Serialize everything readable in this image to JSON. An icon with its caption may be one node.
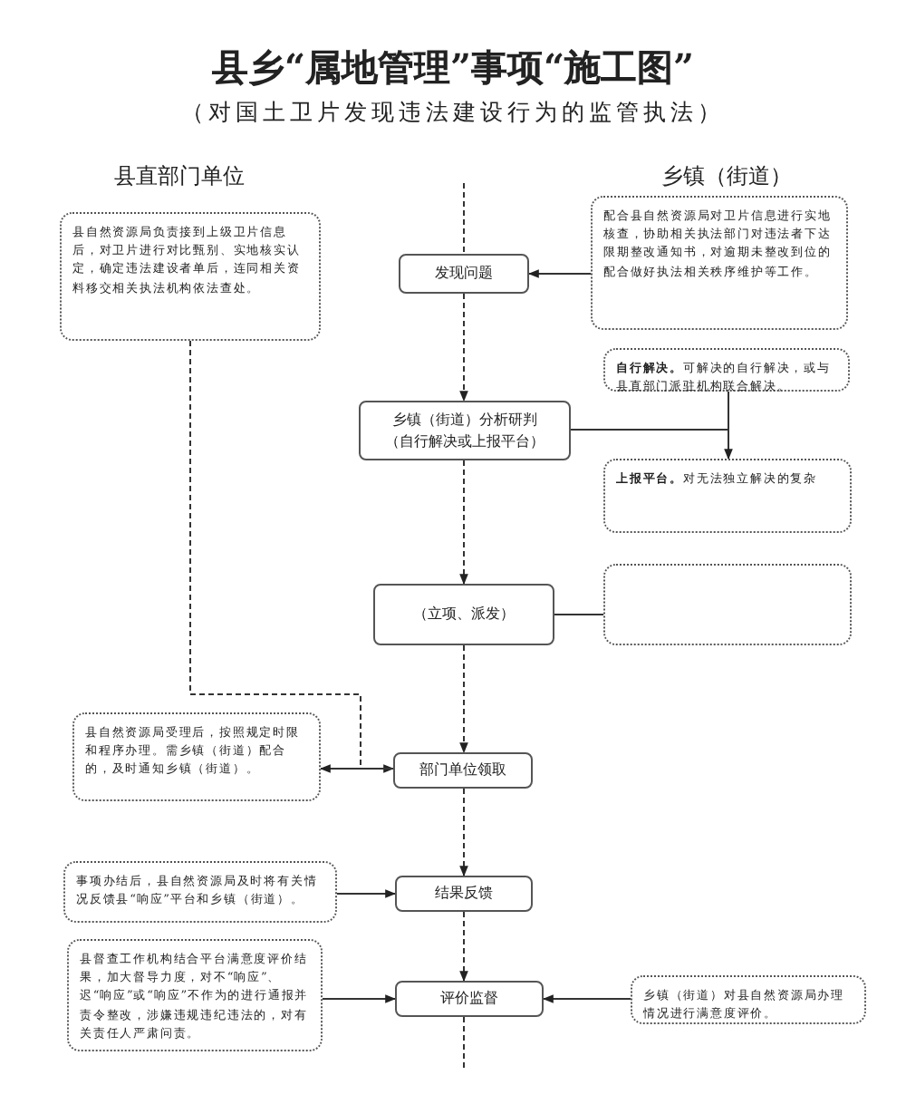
{
  "diagram": {
    "title": "县乡“属地管理”事项“施工图”",
    "nodes": [
      {
        "text": [
          "县自然资源局负责接到上级卫片信息后，对卫片进行对比甄别、实地核实认定，确定违法建设者单后，连同相关资料移交相关执法机构依法查处。"
        ]
      },
      {
        "text": [
          "发现问题"
        ]
      },
      {
        "text": [
          "配合县自然资源局对卫片信息进行实地核查，协助相关执法部门对违法者下达限期整改通知书，对逾期未整改到位的配合做好执法相关秩序维护等工作。"
        ]
      },
      {
        "text": [
          "**自行解决。**可解决的自行解决，或与县直部门派驻机构联合解决。"
        ]
      },
      {
        "text": [
          "乡镇（街道）分析研判（自行解决或上报平台）"
        ]
      },
      {
        "text": [
          "**上报平台。**对无法独立解决的复杂"
        ]
      },
      {
        "text": [
          "（立项、派发）"
        ]
      },
      {
        "text": [],
        "shape": "box"
      },
      {
        "text": [
          "县自然资源局受理后，按照规定时限和程序办理。需乡镇（街道）配合的，及时通知乡镇（街道）。"
        ]
      },
      {
        "text": [
          "部门单位领取"
        ]
      },
      {
        "text": [
          "事项办结后，县自然资源局及时将有关情况反馈县“响应”平台和乡镇（街道）。"
        ]
      },
      {
        "text": [
          "结果反馈"
        ]
      },
      {
        "text": [
          "县督查工作机构结合平台满意度评价结果，加大督导力度，对不“响应”、迟“响应”或“响应”不作为的进行通报并责令整改，涉嫌违规违纪违法的，对有关责任人严肃问责。"
        ]
      },
      {
        "text": [
          "评价监督"
        ]
      },
      {
        "text": [
          "乡镇（街道）对县自然资源局办理情况进行满意度评价。"
        ]
      }
    ],
    "edges": [
      {
        "from": 2,
        "to": 1,
        "arrow": "to"
      },
      {
        "from": 1,
        "to": 4,
        "arrow": "to",
        "style": "dashed"
      },
      {
        "from": 3,
        "to": 5,
        "arrow": "none"
      },
      {
        "from": 4,
        "to": 5,
        "arrow": "to"
      },
      {
        "from": 4,
        "to": 6,
        "arrow": "to",
        "style": "dashed"
      },
      {
        "from": 6,
        "to": 7,
        "arrow": "none"
      },
      {
        "from": 0,
        "to": 9,
        "arrow": "to",
        "style": "dashed"
      },
      {
        "from": 6,
        "to": 9,
        "arrow": "to",
        "style": "dashed"
      },
      {
        "from": 9,
        "to": 8,
        "arrow": "to"
      },
      {
        "from": 9,
        "to": 11,
        "arrow": "to",
        "style": "dashed"
      },
      {
        "from": 10,
        "to": 11,
        "arrow": "to"
      },
      {
        "from": 11,
        "to": 13,
        "arrow": "to",
        "style": "dashed"
      },
      {
        "from": 12,
        "to": 13,
        "arrow": "to"
      },
      {
        "from": 14,
        "to": 13,
        "arrow": "to"
      },
      {
        "from": 13,
        "to": null,
        "arrow": "none",
        "style": "dashed"
      },
      {
        "from": null,
        "to": 1,
        "arrow": "none",
        "style": "dashed"
      }
    ],
    "labels": [
      "（对国土卫片发现违法建设行为的监管执法）",
      "县直部门单位",
      "乡镇（街道）"
    ]
  }
}
